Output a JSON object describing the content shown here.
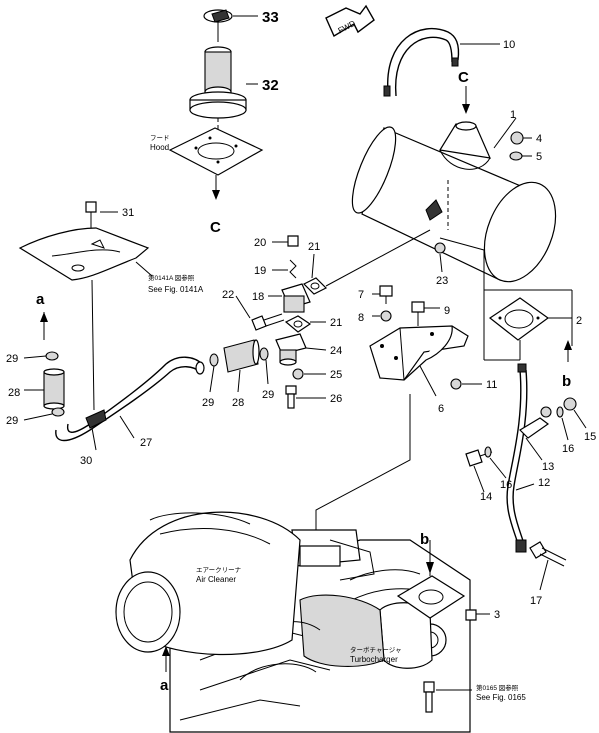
{
  "fwd_label": "FWD",
  "callouts": {
    "n1": "1",
    "n2": "2",
    "n3": "3",
    "n4": "4",
    "n5": "5",
    "n6": "6",
    "n7": "7",
    "n8": "8",
    "n9": "9",
    "n10": "10",
    "n11": "11",
    "n12": "12",
    "n13": "13",
    "n14a": "14",
    "n15": "15",
    "n16a": "16",
    "n16b": "16",
    "n17": "17",
    "n18": "18",
    "n19": "19",
    "n20": "20",
    "n21a": "21",
    "n21b": "21",
    "n22": "22",
    "n23": "23",
    "n24": "24",
    "n25": "25",
    "n26": "26",
    "n27": "27",
    "n28a": "28",
    "n28b": "28",
    "n29a": "29",
    "n29b": "29",
    "n29c": "29",
    "n29d": "29",
    "n30": "30",
    "n31": "31",
    "n32": "32",
    "n33": "33"
  },
  "ref_letters": {
    "c_top": "C",
    "c_hood": "C",
    "a_left": "a",
    "a_bottom": "a",
    "b_right": "b",
    "b_bottom": "b"
  },
  "notes": {
    "hood_jp": "フード",
    "hood_en": "Hood",
    "fig0141_jp": "第0141A 図参照",
    "fig0141_en": "See Fig. 0141A",
    "aircleaner_jp": "エアークリーナ",
    "aircleaner_en": "Air Cleaner",
    "turbo_jp": "ターボチャージャ",
    "turbo_en": "Turbocharger",
    "fig0165_jp": "第0165 図参照",
    "fig0165_en": "See Fig. 0165"
  }
}
